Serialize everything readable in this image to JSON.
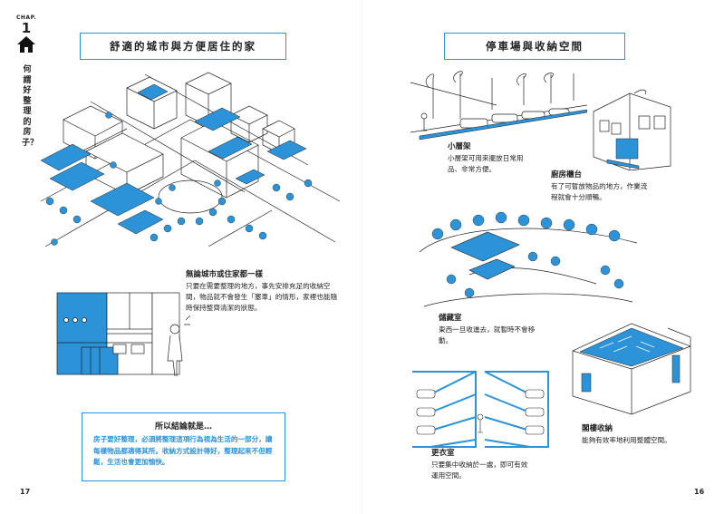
{
  "left_page": {
    "chapter": {
      "label": "CHAP.",
      "number": "1",
      "icon": "house-icon",
      "vertical_title": "何謂好整理的房子？"
    },
    "heading": "舒適的城市與方便居住的家",
    "section": {
      "title": "無論城市或住家都一樣",
      "body": "只要在需要整理的地方，事先安排充足的收納空間，物品就不會發生「塞車」的情形，家裡也能隨時保持整齊清潔的狀態。"
    },
    "conclusion": {
      "title": "所以結論就是…",
      "body": "房子要好整理，必須將整理這項行為視為生活的一部分，讓每樣物品都適得其所。收納方式設計得好，整理起來不但輕鬆，生活也會更加愉快。"
    },
    "page_number": "17"
  },
  "right_page": {
    "heading": "停車場與收納空間",
    "items": [
      {
        "title": "小層架",
        "body": "小層架可用來擺放日常用品、非常方便。"
      },
      {
        "title": "廚房櫃台",
        "body": "有了可暫放物品的地方，作業流程就會十分順暢。"
      },
      {
        "title": "儲藏室",
        "body": "東西一旦收進去，就暫時不會移動。"
      },
      {
        "title": "更衣室",
        "body": "只要集中收納於一處，即可有效運用空間。"
      },
      {
        "title": "閣樓收納",
        "body": "能夠有效率地利用整體空間。"
      }
    ],
    "page_number": "16"
  },
  "colors": {
    "accent": "#2d93d8",
    "ink": "#222222"
  }
}
